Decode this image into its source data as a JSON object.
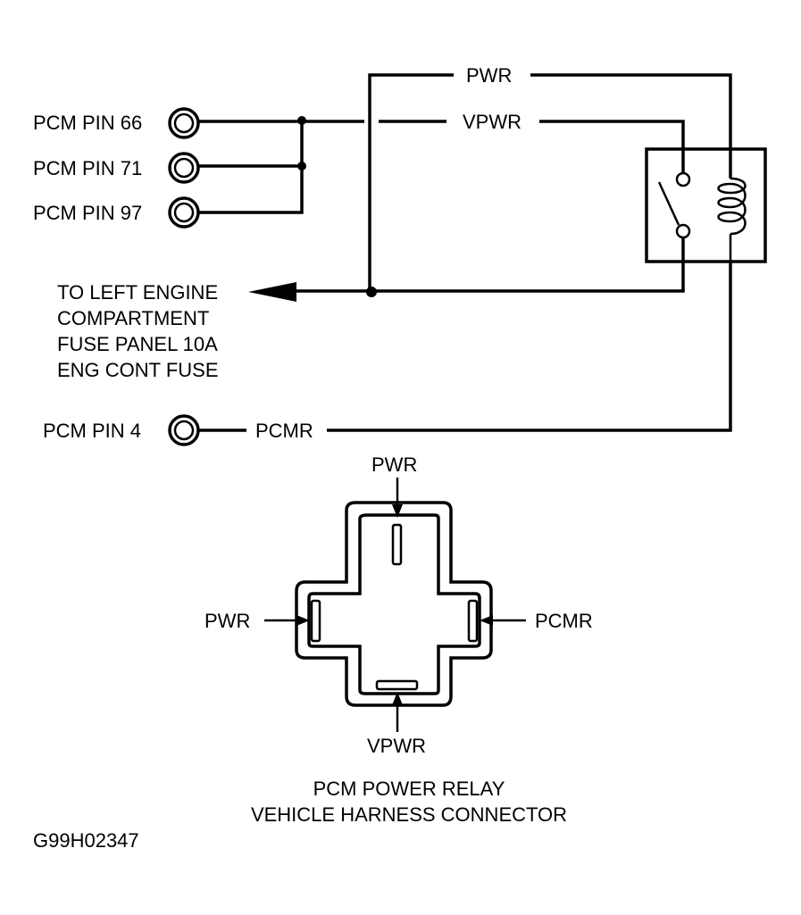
{
  "diagram": {
    "pcm_pins": [
      {
        "label": "PCM PIN 66"
      },
      {
        "label": "PCM PIN 71"
      },
      {
        "label": "PCM PIN 97"
      },
      {
        "label": "PCM PIN 4"
      }
    ],
    "wires": {
      "pwr": "PWR",
      "vpwr": "VPWR",
      "pcmr": "PCMR"
    },
    "fuse_note": [
      "TO LEFT ENGINE",
      "COMPARTMENT",
      "FUSE PANEL 10A",
      "ENG CONT FUSE"
    ],
    "connector": {
      "top": "PWR",
      "left": "PWR",
      "right": "PCMR",
      "bottom": "VPWR",
      "caption": [
        "PCM POWER RELAY",
        "VEHICLE HARNESS CONNECTOR"
      ]
    },
    "figure_id": "G99H02347"
  }
}
